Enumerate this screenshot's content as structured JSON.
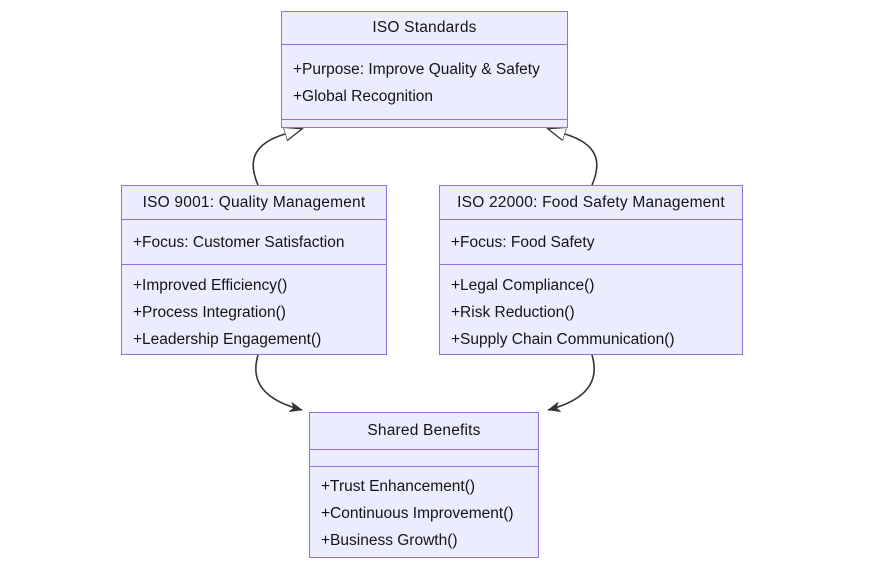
{
  "diagram": {
    "type": "uml-class-diagram",
    "background": "#ffffff",
    "colors": {
      "box_fill": "#ECECFF",
      "box_border": "#9370DB",
      "edge_stroke": "#333333",
      "text": "#141414"
    },
    "classes": {
      "iso_standards": {
        "title": "ISO Standards",
        "attributes": [
          "+Purpose: Improve Quality & Safety",
          "+Global Recognition"
        ],
        "methods": []
      },
      "iso_9001": {
        "title": "ISO 9001: Quality Management",
        "attributes": [
          "+Focus: Customer Satisfaction"
        ],
        "methods": [
          "+Improved Efficiency()",
          "+Process Integration()",
          "+Leadership Engagement()"
        ]
      },
      "iso_22000": {
        "title": "ISO 22000: Food Safety Management",
        "attributes": [
          "+Focus: Food Safety"
        ],
        "methods": [
          "+Legal Compliance()",
          "+Risk Reduction()",
          "+Supply Chain Communication()"
        ]
      },
      "shared_benefits": {
        "title": "Shared Benefits",
        "attributes": [],
        "methods": [
          "+Trust Enhancement()",
          "+Continuous Improvement()",
          "+Business Growth()"
        ]
      }
    },
    "relations": [
      {
        "from": "iso_9001",
        "to": "iso_standards",
        "type": "inheritance"
      },
      {
        "from": "iso_22000",
        "to": "iso_standards",
        "type": "inheritance"
      },
      {
        "from": "iso_9001",
        "to": "shared_benefits",
        "type": "dependency"
      },
      {
        "from": "iso_22000",
        "to": "shared_benefits",
        "type": "dependency"
      }
    ]
  }
}
